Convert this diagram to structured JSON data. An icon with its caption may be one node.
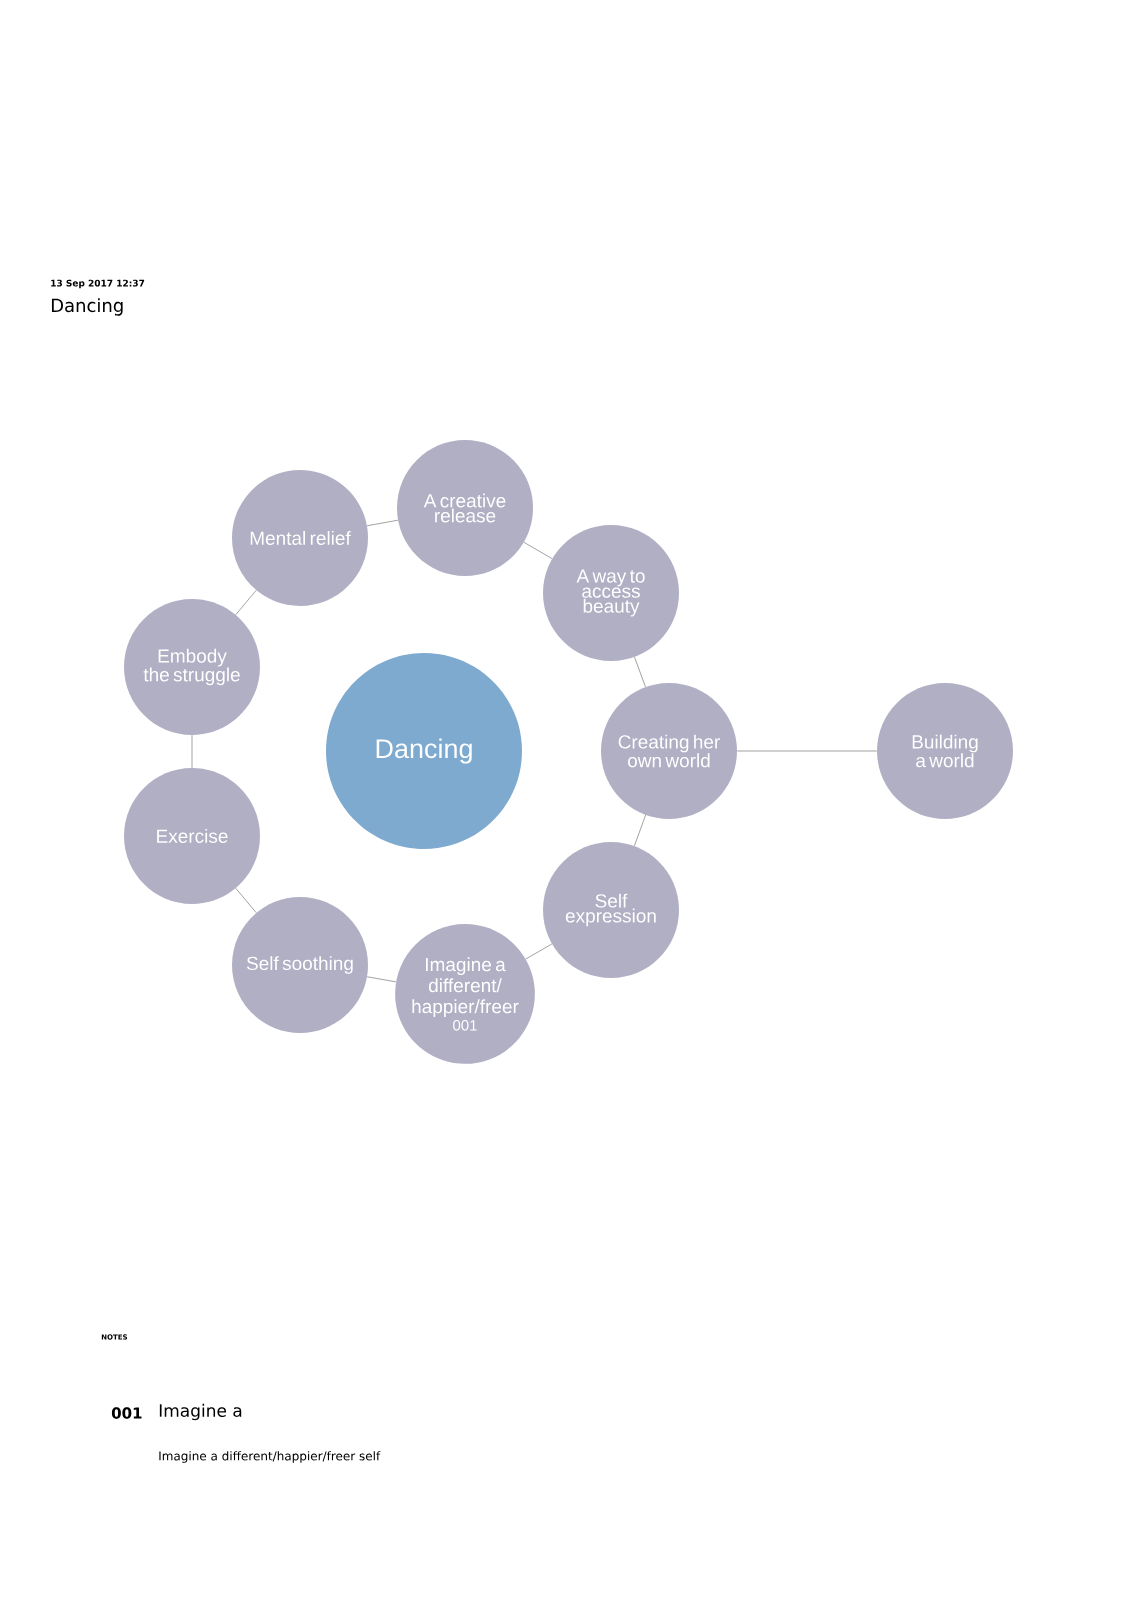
{
  "diagram": {
    "title": "Dancing",
    "nodes": [
      {
        "text": [
          "A creative release"
        ]
      },
      {
        "text": [
          "Mental relief"
        ]
      },
      {
        "text": [
          "A way to access beauty"
        ]
      },
      {
        "text": [
          "Embody the struggle"
        ]
      },
      {
        "text": [
          "Dancing"
        ]
      },
      {
        "text": [
          "Creating her own world"
        ]
      },
      {
        "text": [
          "Building a world"
        ]
      },
      {
        "text": [
          "Exercise"
        ]
      },
      {
        "text": [
          "Self expression"
        ]
      },
      {
        "text": [
          "Self soothing"
        ]
      },
      {
        "text": [
          "Imagine a different/happier/freer",
          "001"
        ]
      }
    ],
    "edges": [
      {
        "from": 1,
        "to": 0,
        "arrow": "none"
      },
      {
        "from": 0,
        "to": 2,
        "arrow": "none"
      },
      {
        "from": 2,
        "to": 5,
        "arrow": "none"
      },
      {
        "from": 5,
        "to": 8,
        "arrow": "none"
      },
      {
        "from": 8,
        "to": 10,
        "arrow": "none"
      },
      {
        "from": 10,
        "to": 9,
        "arrow": "none"
      },
      {
        "from": 9,
        "to": 7,
        "arrow": "none"
      },
      {
        "from": 7,
        "to": 3,
        "arrow": "none"
      },
      {
        "from": 3,
        "to": 1,
        "arrow": "none"
      },
      {
        "from": 5,
        "to": 6,
        "arrow": "none"
      }
    ],
    "labels": [
      "13 Sep 2017 12:37",
      "NOTES",
      "001",
      "Imagine a",
      "Imagine a different/happier/freer self"
    ]
  }
}
